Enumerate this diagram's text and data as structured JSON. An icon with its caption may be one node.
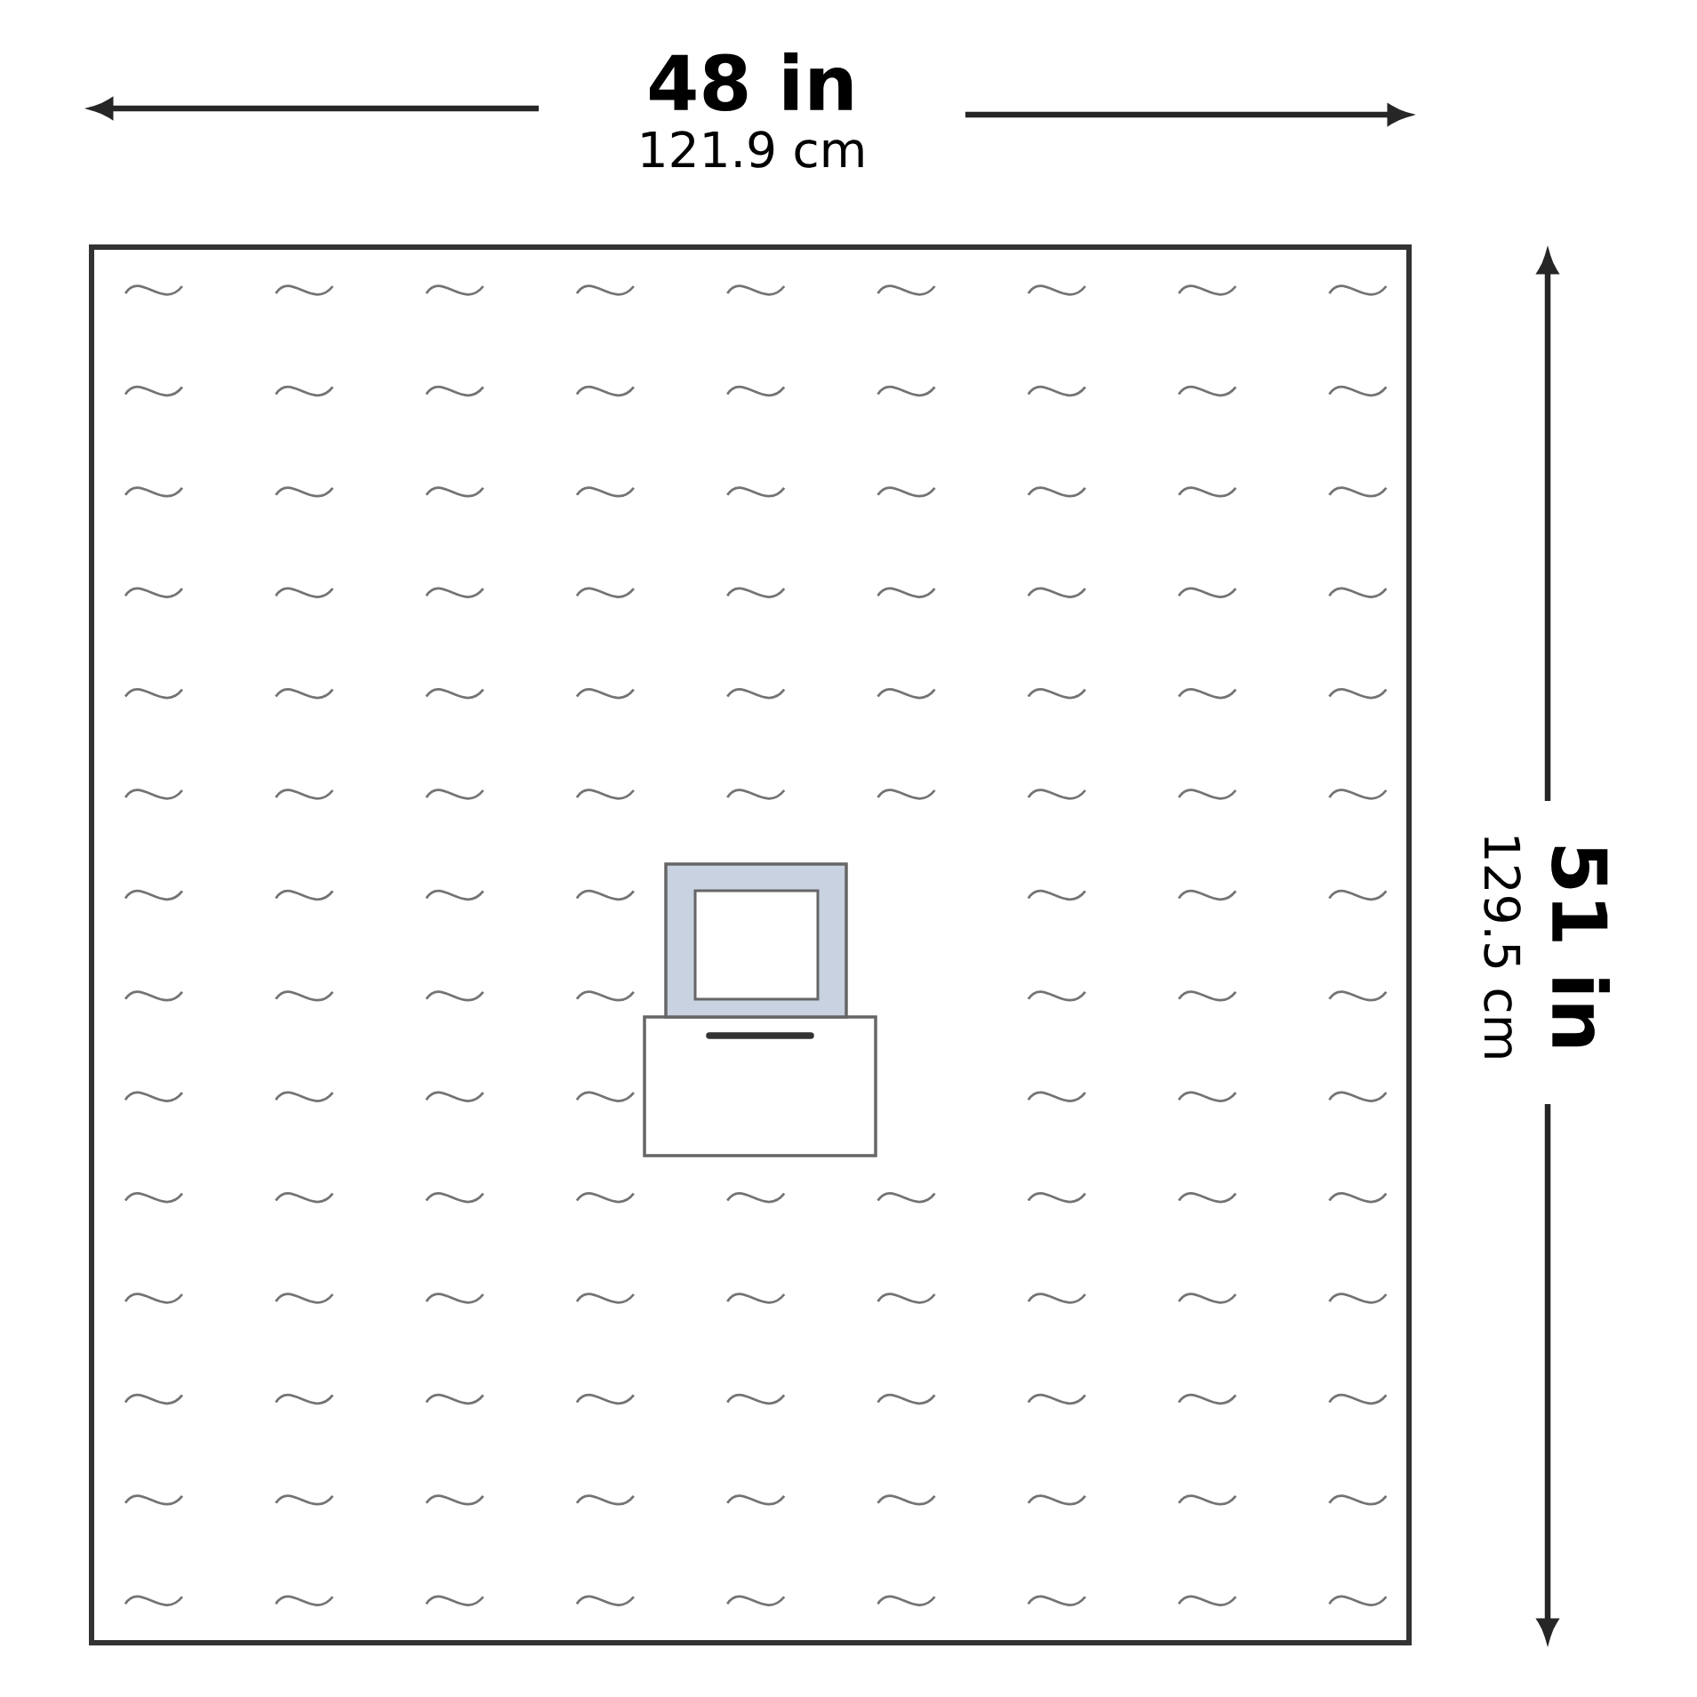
{
  "diagram": {
    "labels": [
      "48 in",
      "121.9 cm",
      "51 in",
      "129.5 cm"
    ]
  }
}
